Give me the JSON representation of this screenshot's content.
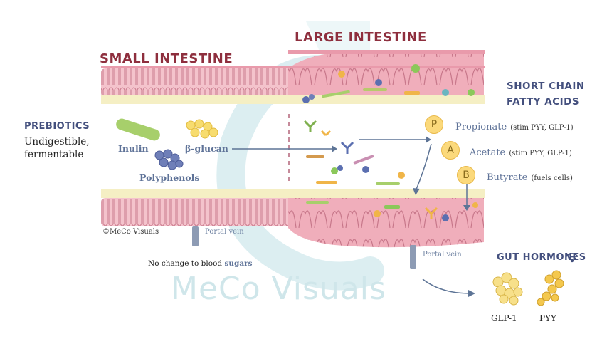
{
  "titles": {
    "small_intestine": "SMALL INTESTINE",
    "large_intestine": "LARGE INTESTINE",
    "scfa_line1": "SHORT CHAIN",
    "scfa_line2": "FATTY ACIDS",
    "prebiotics": "PREBIOTICS",
    "prebiotics_desc1": "Undigestible,",
    "prebiotics_desc2": "fermentable",
    "gut_hormones": "GUT HORMONES"
  },
  "prebiotic_types": {
    "inulin": "Inulin",
    "beta_glucan": "β-glucan",
    "polyphenols": "Polyphenols"
  },
  "scfa": [
    {
      "badge": "P",
      "name": "Propionate",
      "note": "(stim PYY, GLP-1)"
    },
    {
      "badge": "A",
      "name": "Acetate",
      "note": "(stim PYY, GLP-1)"
    },
    {
      "badge": "B",
      "name": "Butyrate",
      "note": "(fuels cells)"
    }
  ],
  "labels": {
    "portal_vein_small": "Portal vein",
    "portal_vein_large": "Portal vein",
    "copyright": "©MeCo Visuals",
    "no_change_prefix": "No change to blood ",
    "no_change_bold": "sugars",
    "watermark": "MeCo Visuals"
  },
  "hormones": [
    {
      "name": "GLP-1"
    },
    {
      "name": "PYY"
    }
  ],
  "colors": {
    "tissue_pink": "#f2b6c2",
    "tissue_dark": "#d98a9c",
    "mucus_cream": "#f5efc4",
    "title_red": "#8e2f3e",
    "title_blue": "#44507e",
    "label_blue": "#5f7398",
    "scfa_yellow": "#fbd97b",
    "watermark_teal": "#cfe6ea"
  },
  "icons": [
    "wifi-signal-icon"
  ]
}
